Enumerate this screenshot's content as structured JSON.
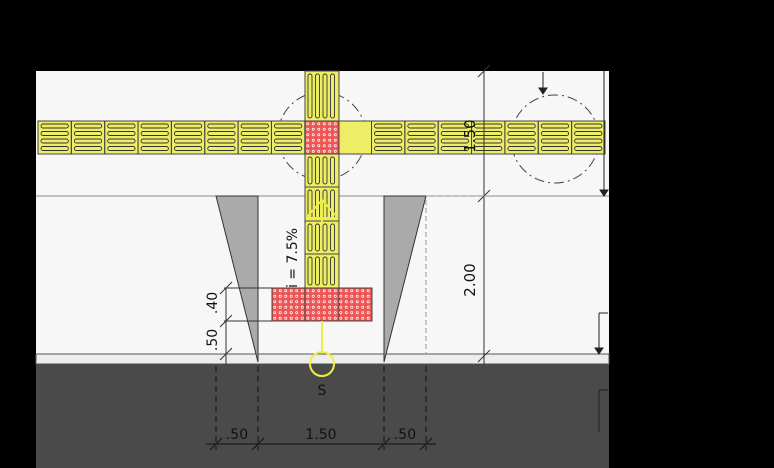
{
  "labels": {
    "slope": "i = 7.5%",
    "height_total": "2.00",
    "height_top": "1.50",
    "dim_40": ".40",
    "dim_50_vertical": ".50",
    "dim_50_left": ".50",
    "dim_150": "1.50",
    "dim_50_right": ".50",
    "marker_s": "S"
  },
  "colors": {
    "background": "#000000",
    "sidewalk": "#F7F7F7",
    "road": "#4A4A4A",
    "tactile_guide": "#EEEE66",
    "tactile_warning": "#EE5555",
    "wing_gray": "#AAAAAA",
    "marker": "#EEEE44"
  }
}
